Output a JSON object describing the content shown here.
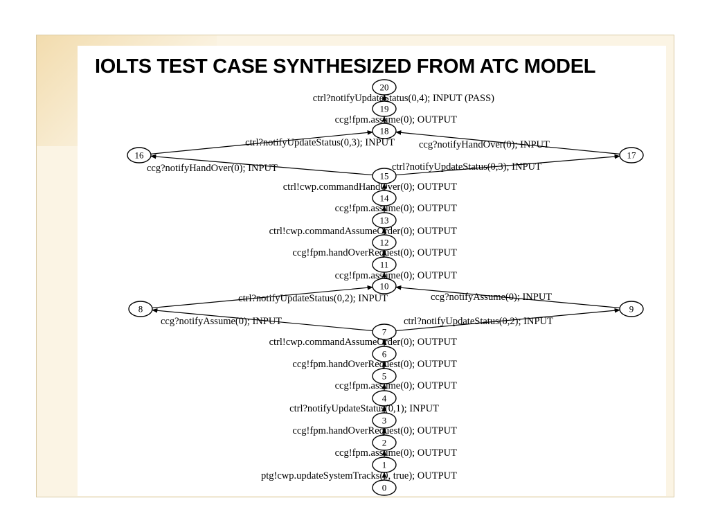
{
  "slide": {
    "title": "IOLTS TEST CASE SYNTHESIZED FROM ATC MODEL"
  },
  "diagram": {
    "states": [
      "20",
      "19",
      "18",
      "16",
      "17",
      "15",
      "14",
      "13",
      "12",
      "11",
      "10",
      "8",
      "9",
      "7",
      "6",
      "5",
      "4",
      "3",
      "2",
      "1",
      "0"
    ],
    "transitions": [
      {
        "from": "19",
        "to": "20",
        "label": "ctrl?notifyUpdateStatus(0,4); INPUT (PASS)"
      },
      {
        "from": "18",
        "to": "19",
        "label": "ccg!fpm.assume(0); OUTPUT"
      },
      {
        "from": "16",
        "to": "18",
        "label": "ctrl?notifyUpdateStatus(0,3); INPUT"
      },
      {
        "from": "17",
        "to": "18",
        "label": "ccg?notifyHandOver(0); INPUT"
      },
      {
        "from": "15",
        "to": "16",
        "label": "ccg?notifyHandOver(0); INPUT"
      },
      {
        "from": "15",
        "to": "17",
        "label": "ctrl?notifyUpdateStatus(0,3); INPUT"
      },
      {
        "from": "14",
        "to": "15",
        "label": "ctrl!cwp.commandHandOver(0); OUTPUT"
      },
      {
        "from": "13",
        "to": "14",
        "label": "ccg!fpm.assume(0); OUTPUT"
      },
      {
        "from": "12",
        "to": "13",
        "label": "ctrl!cwp.commandAssumeOrder(0); OUTPUT"
      },
      {
        "from": "11",
        "to": "12",
        "label": "ccg!fpm.handOverRequest(0); OUTPUT"
      },
      {
        "from": "10",
        "to": "11",
        "label": "ccg!fpm.assume(0); OUTPUT"
      },
      {
        "from": "8",
        "to": "10",
        "label": "ctrl?notifyUpdateStatus(0,2); INPUT"
      },
      {
        "from": "9",
        "to": "10",
        "label": "ccg?notifyAssume(0); INPUT"
      },
      {
        "from": "7",
        "to": "8",
        "label": "ccg?notifyAssume(0); INPUT"
      },
      {
        "from": "7",
        "to": "9",
        "label": "ctrl?notifyUpdateStatus(0,2); INPUT"
      },
      {
        "from": "6",
        "to": "7",
        "label": "ctrl!cwp.commandAssumeOrder(0); OUTPUT"
      },
      {
        "from": "5",
        "to": "6",
        "label": "ccg!fpm.handOverRequest(0); OUTPUT"
      },
      {
        "from": "4",
        "to": "5",
        "label": "ccg!fpm.assume(0); OUTPUT"
      },
      {
        "from": "3",
        "to": "4",
        "label": "ctrl?notifyUpdateStatus(0,1); INPUT"
      },
      {
        "from": "2",
        "to": "3",
        "label": "ccg!fpm.handOverRequest(0); OUTPUT"
      },
      {
        "from": "1",
        "to": "2",
        "label": "ccg!fpm.assume(0); OUTPUT"
      },
      {
        "from": "0",
        "to": "1",
        "label": "ptg!cwp.updateSystemTracks(0, true); OUTPUT"
      }
    ]
  }
}
